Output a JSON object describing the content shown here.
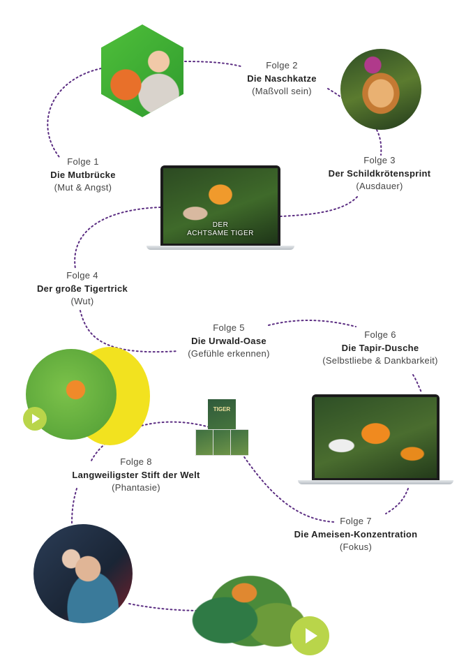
{
  "colors": {
    "path": "#5b2d82",
    "play": "#b9d54a",
    "yellow": "#f2e21f"
  },
  "laptop_caption": {
    "line1": "DER",
    "line2": "ACHTSAME TIGER"
  },
  "cd_title": "TIGER",
  "episodes": [
    {
      "number": "Folge 1",
      "title": "Die Mutbrücke",
      "subtitle": "(Mut & Angst)"
    },
    {
      "number": "Folge 2",
      "title": "Die Naschkatze",
      "subtitle": "(Maßvoll sein)"
    },
    {
      "number": "Folge 3",
      "title": "Der Schildkrötensprint",
      "subtitle": "(Ausdauer)"
    },
    {
      "number": "Folge 4",
      "title": "Der große Tigertrick",
      "subtitle": "(Wut)"
    },
    {
      "number": "Folge 5",
      "title": "Die Urwald-Oase",
      "subtitle": "(Gefühle erkennen)"
    },
    {
      "number": "Folge 6",
      "title": "Die Tapir-Dusche",
      "subtitle": "(Selbstliebe & Dankbarkeit)"
    },
    {
      "number": "Folge 7",
      "title": "Die Ameisen-Konzentration",
      "subtitle": "(Fokus)"
    },
    {
      "number": "Folge 8",
      "title": "Langweiligster Stift der Welt",
      "subtitle": "(Phantasie)"
    }
  ]
}
